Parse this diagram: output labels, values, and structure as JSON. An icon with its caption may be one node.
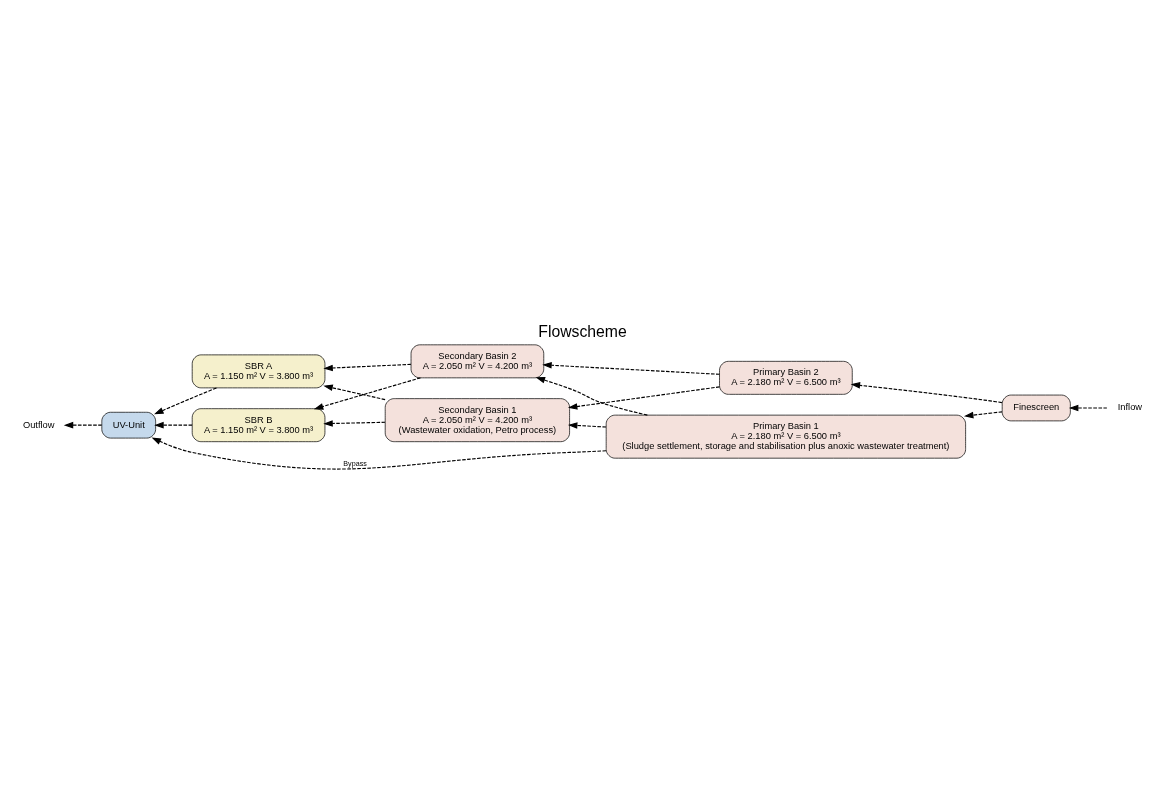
{
  "diagram": {
    "title": "Flowscheme",
    "nodes": [
      {
        "text": [
          "Outflow"
        ]
      },
      {
        "text": [
          "UV-Unit"
        ]
      },
      {
        "text": [
          "SBR B",
          "A = 1.150 m² V = 3.800 m³"
        ]
      },
      {
        "text": [
          "SBR A",
          "A = 1.150 m² V = 3.800 m³"
        ]
      },
      {
        "text": [
          "Secondary Basin 2",
          "A = 2.050 m² V = 4.200 m³"
        ]
      },
      {
        "text": [
          "Secondary Basin 1",
          "A = 2.050 m² V = 4.200 m³",
          "(Wastewater oxidation, Petro process)"
        ]
      },
      {
        "text": [
          "Primary Basin 2",
          "A = 2.180 m² V = 6.500 m³"
        ]
      },
      {
        "text": [
          "Primary Basin 1",
          "A = 2.180 m² V = 6.500 m³",
          "(Sludge settlement, storage and stabilisation plus anoxic wastewater treatment)"
        ]
      },
      {
        "text": [
          "Inflow"
        ]
      },
      {
        "text": [
          "Finescreen"
        ]
      }
    ],
    "edges": [
      {
        "from": 8,
        "to": 9,
        "arrow": "to",
        "style": "dashed"
      },
      {
        "from": 9,
        "to": 6,
        "arrow": "to",
        "style": "dashed"
      },
      {
        "from": 9,
        "to": 7,
        "arrow": "to",
        "style": "dashed"
      },
      {
        "from": 6,
        "to": 4,
        "arrow": "to",
        "style": "dashed"
      },
      {
        "from": 6,
        "to": 5,
        "arrow": "to",
        "style": "dashed"
      },
      {
        "from": 7,
        "to": 4,
        "arrow": "to",
        "style": "dashed"
      },
      {
        "from": 7,
        "to": 5,
        "arrow": "to",
        "style": "dashed"
      },
      {
        "from": 7,
        "to": 1,
        "arrow": "to",
        "style": "dashed",
        "label": "Bypass"
      },
      {
        "from": 4,
        "to": 2,
        "arrow": "to",
        "style": "dashed"
      },
      {
        "from": 4,
        "to": 3,
        "arrow": "to",
        "style": "dashed"
      },
      {
        "from": 5,
        "to": 2,
        "arrow": "to",
        "style": "dashed"
      },
      {
        "from": 5,
        "to": 3,
        "arrow": "to",
        "style": "dashed"
      },
      {
        "from": 2,
        "to": 1,
        "arrow": "to",
        "style": "dashed"
      },
      {
        "from": 3,
        "to": 1,
        "arrow": "to",
        "style": "dashed"
      },
      {
        "from": 1,
        "to": 0,
        "arrow": "to",
        "style": "dashed"
      }
    ]
  }
}
